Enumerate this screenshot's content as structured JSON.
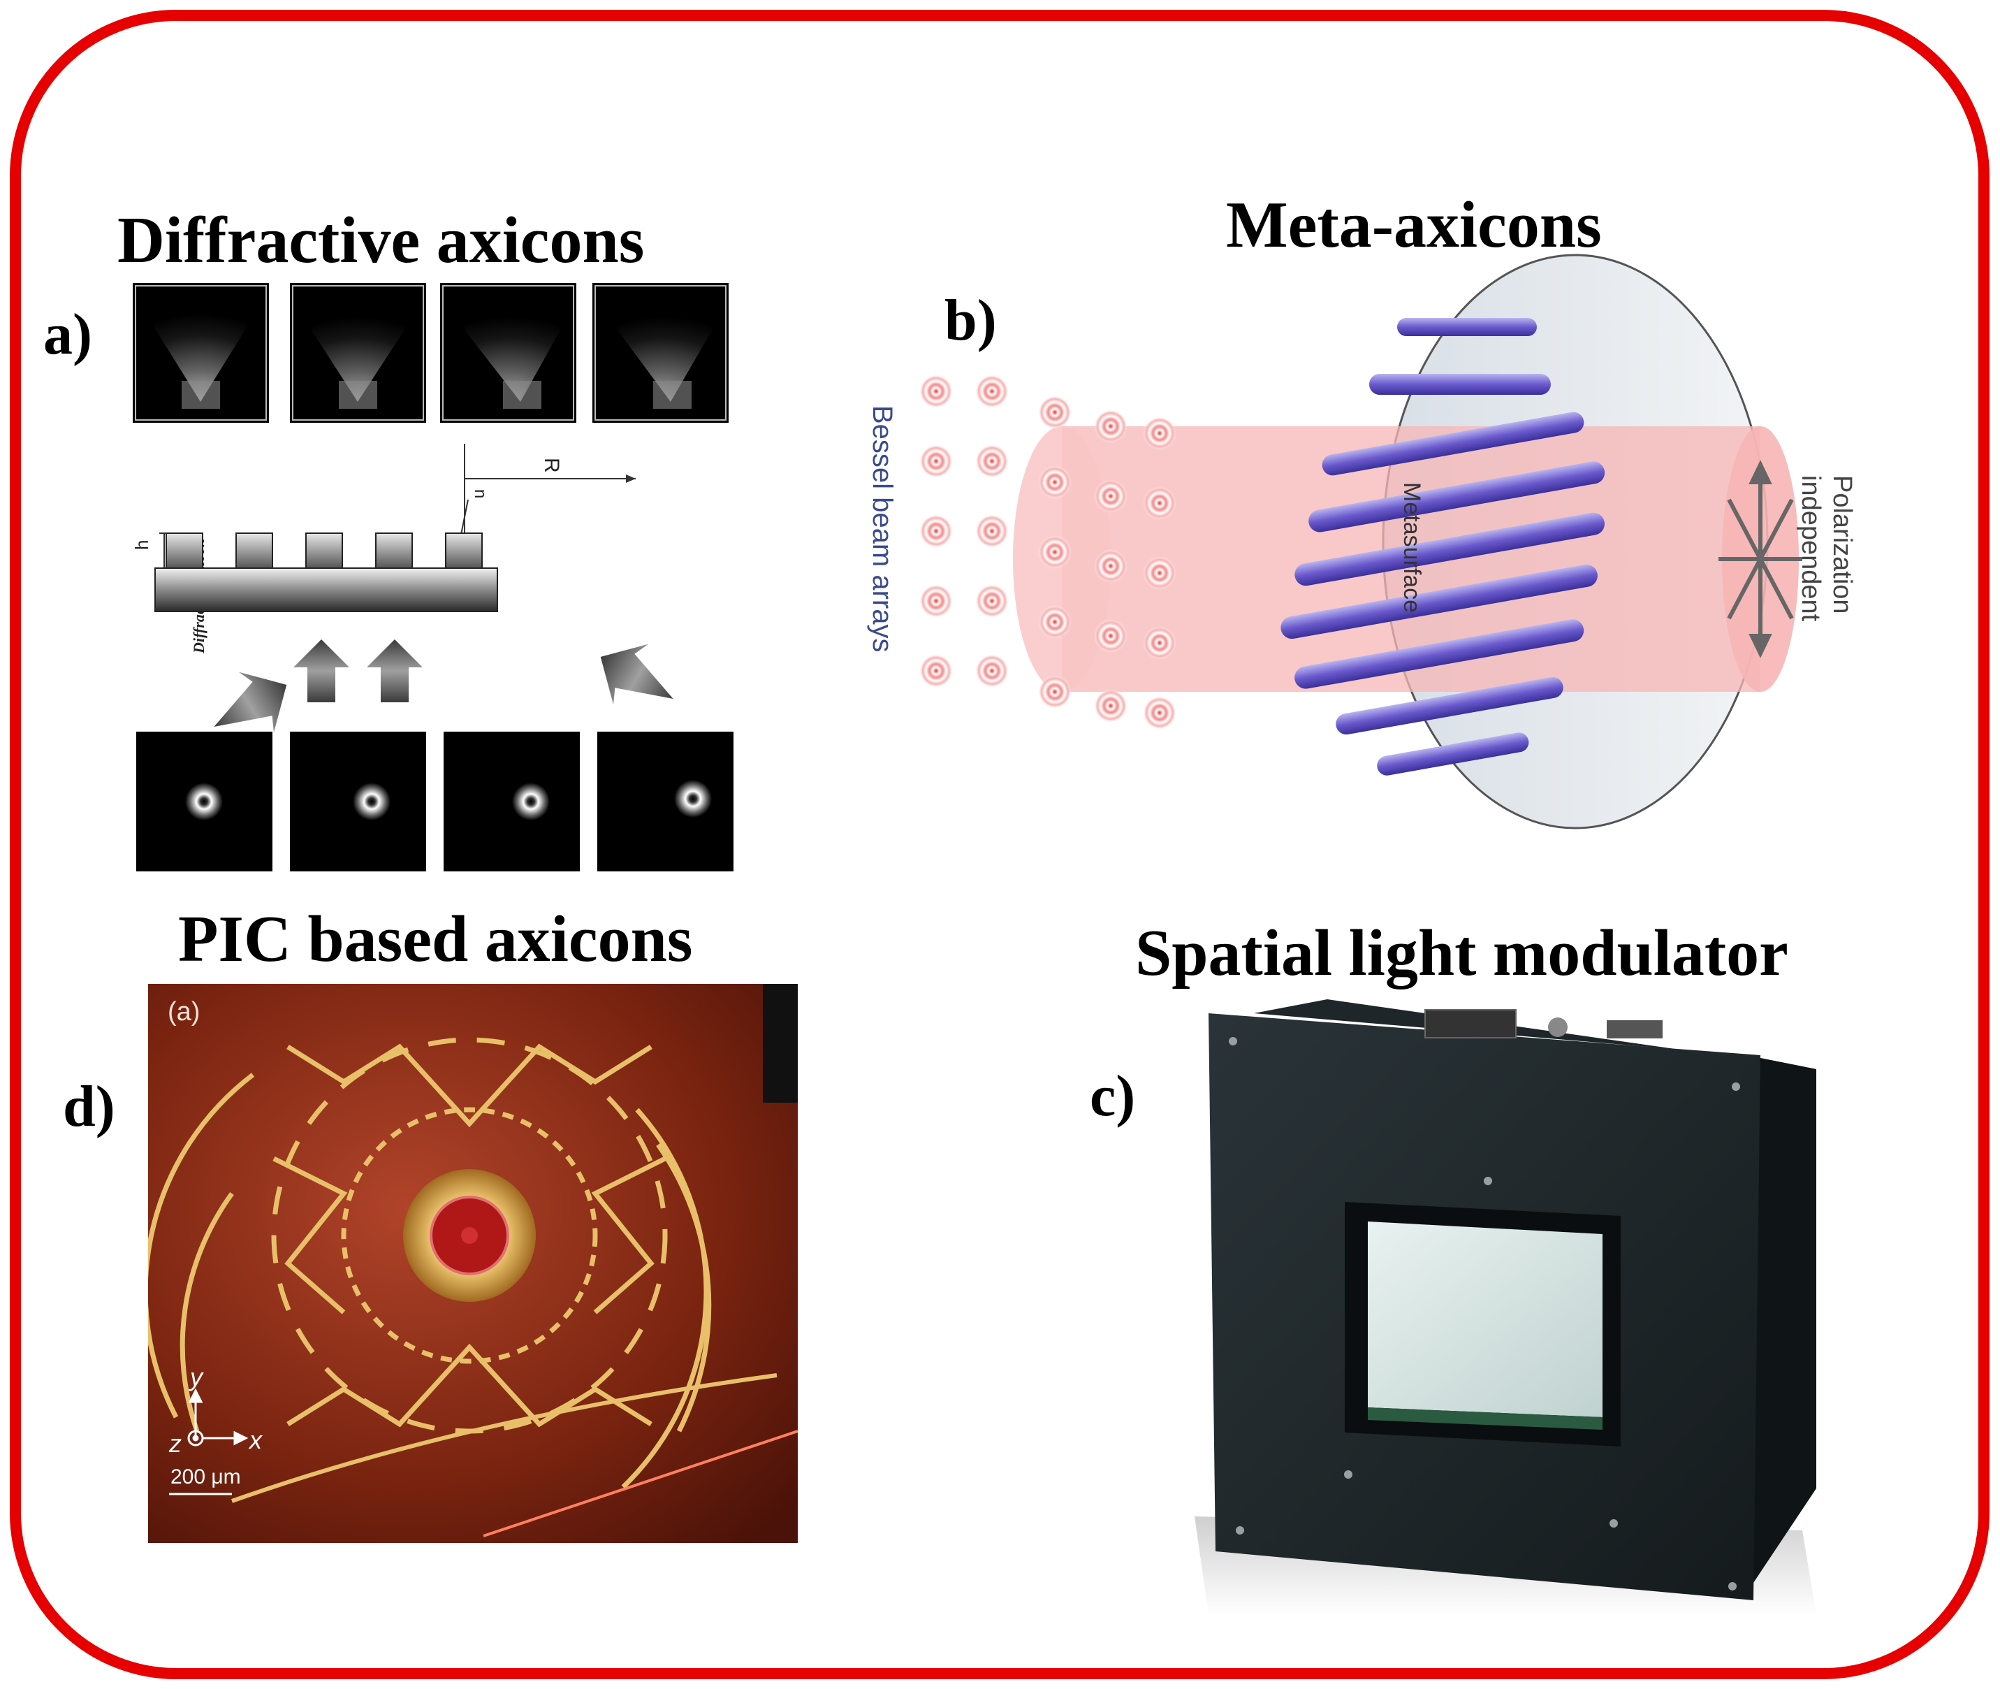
{
  "colors": {
    "frame": "#e60000",
    "beam": "#f7b5b5",
    "pillar": "#6a5acd",
    "pic_background": "#8a2a10",
    "pic_waveguide": "#e8c06a",
    "slm_body": "#1c2326",
    "slm_window": "#d8e6e4"
  },
  "panels": {
    "diffractive": {
      "title": "Diffractive axicons",
      "letter": "a)",
      "label_R": "R",
      "label_h": "h",
      "label_n": "n",
      "side_label": "Diffractive axicon"
    },
    "meta": {
      "title": "Meta-axicons",
      "letter": "b)",
      "label_bessel": "Bessel beam arrays",
      "label_metasurface": "Metasurface",
      "label_polarization_1": "Polarization",
      "label_polarization_2": "independent"
    },
    "slm": {
      "title": "Spatial light modulator",
      "letter": "c)"
    },
    "pic": {
      "title": "PIC based axicons",
      "letter": "d)",
      "sub_label": "(a)",
      "axis_y": "y",
      "axis_z": "z",
      "axis_x": "x",
      "scale_bar": "200 μm"
    }
  }
}
